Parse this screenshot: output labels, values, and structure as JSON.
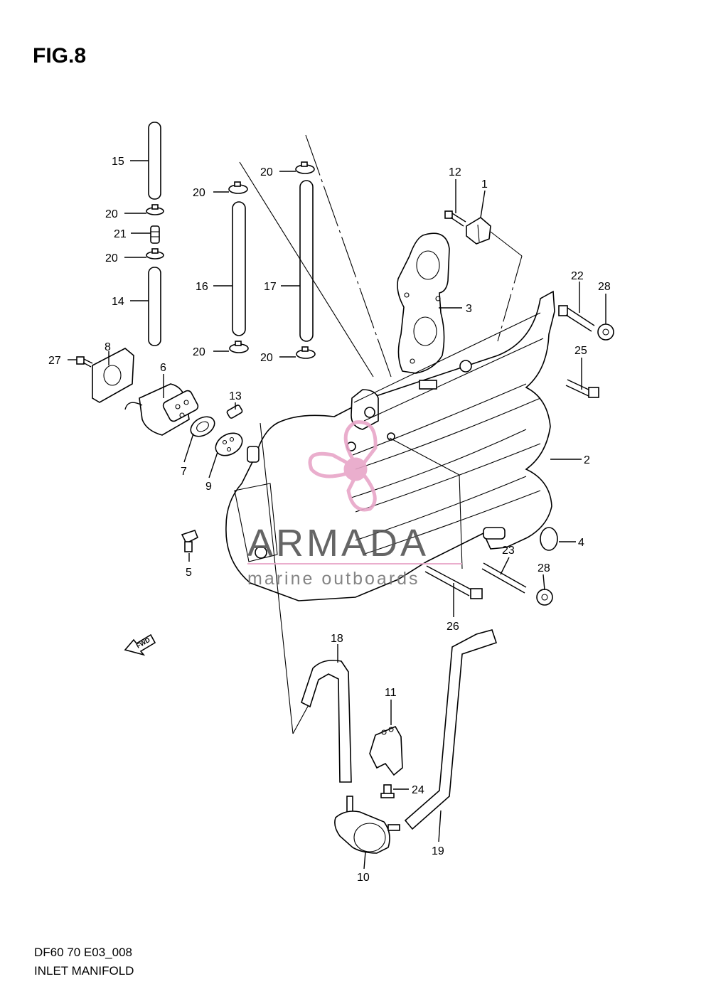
{
  "figure": {
    "title": "FIG.8",
    "code": "DF60 70 E03_008",
    "name": "INLET MANIFOLD"
  },
  "watermark": {
    "brand": "ARMADA",
    "tagline": "marine outboards",
    "logo_color": "#e8a6c8",
    "text_color": "#555555"
  },
  "fwd_arrow": {
    "label": "FWD"
  },
  "callouts": [
    {
      "id": "c1",
      "label": "1"
    },
    {
      "id": "c2",
      "label": "2"
    },
    {
      "id": "c3",
      "label": "3"
    },
    {
      "id": "c4",
      "label": "4"
    },
    {
      "id": "c5",
      "label": "5"
    },
    {
      "id": "c6",
      "label": "6"
    },
    {
      "id": "c7",
      "label": "7"
    },
    {
      "id": "c8",
      "label": "8"
    },
    {
      "id": "c9",
      "label": "9"
    },
    {
      "id": "c10",
      "label": "10"
    },
    {
      "id": "c11",
      "label": "11"
    },
    {
      "id": "c12",
      "label": "12"
    },
    {
      "id": "c13",
      "label": "13"
    },
    {
      "id": "c14",
      "label": "14"
    },
    {
      "id": "c15",
      "label": "15"
    },
    {
      "id": "c16",
      "label": "16"
    },
    {
      "id": "c17",
      "label": "17"
    },
    {
      "id": "c18",
      "label": "18"
    },
    {
      "id": "c19",
      "label": "19"
    },
    {
      "id": "c20a",
      "label": "20"
    },
    {
      "id": "c20b",
      "label": "20"
    },
    {
      "id": "c20c",
      "label": "20"
    },
    {
      "id": "c20d",
      "label": "20"
    },
    {
      "id": "c20e",
      "label": "20"
    },
    {
      "id": "c20f",
      "label": "20"
    },
    {
      "id": "c21",
      "label": "21"
    },
    {
      "id": "c22",
      "label": "22"
    },
    {
      "id": "c23",
      "label": "23"
    },
    {
      "id": "c24",
      "label": "24"
    },
    {
      "id": "c25",
      "label": "25"
    },
    {
      "id": "c26",
      "label": "26"
    },
    {
      "id": "c27",
      "label": "27"
    },
    {
      "id": "c28a",
      "label": "28"
    },
    {
      "id": "c28b",
      "label": "28"
    }
  ]
}
